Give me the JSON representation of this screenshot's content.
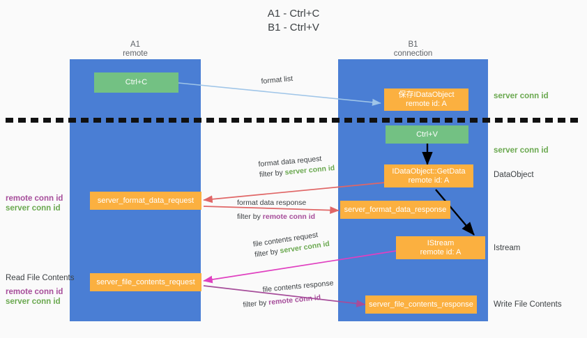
{
  "title": {
    "line1": "A1 - Ctrl+C",
    "line2": "B1 - Ctrl+V"
  },
  "columns": [
    {
      "name": "A1",
      "role": "remote"
    },
    {
      "name": "B1",
      "role": "connection"
    }
  ],
  "nodes": {
    "ctrl_c": {
      "label": "Ctrl+C"
    },
    "save_idataobject": {
      "line1": "保存IDataObject",
      "line2": "remote id: A"
    },
    "ctrl_v": {
      "label": "Ctrl+V"
    },
    "getdata": {
      "line1": "IDataObject::GetData",
      "line2": "remote id: A"
    },
    "istream": {
      "line1": "IStream",
      "line2": "remote id: A"
    },
    "server_format_data_request": {
      "label": "server_format_data_request"
    },
    "server_format_data_response": {
      "label": "server_format_data_response"
    },
    "server_file_contents_request": {
      "label": "server_file_contents_request"
    },
    "server_file_contents_response": {
      "label": "server_file_contents_response"
    }
  },
  "edges": {
    "format_list": {
      "label": "format list"
    },
    "format_data_request": {
      "label": "format data request",
      "filter_prefix": "filter by ",
      "filter_value": "server conn id"
    },
    "format_data_response": {
      "label": "format data response",
      "filter_prefix": "filter by ",
      "filter_value": "remote conn id"
    },
    "file_contents_request": {
      "label": "file contents request",
      "filter_prefix": "filter by ",
      "filter_value": "server conn id"
    },
    "file_contents_response": {
      "label": "file contents response",
      "filter_prefix": "filter by ",
      "filter_value": "remote conn id"
    }
  },
  "right_labels": {
    "server_conn_id_top": "server conn id",
    "server_conn_id_mid": "server conn id",
    "dataobject": "DataObject",
    "istream": "Istream",
    "write_file_contents": "Write File Contents"
  },
  "left_labels": {
    "remote_conn_id_upper": "remote conn id",
    "server_conn_id_upper": "server conn id",
    "read_file_contents": "Read File Contents",
    "remote_conn_id_lower": "remote conn id",
    "server_conn_id_lower": "server conn id"
  },
  "colors": {
    "lane": "#4a7ed4",
    "green_node": "#73c183",
    "orange_node": "#fbb040",
    "green_text": "#6aa84f",
    "purple_text": "#a64d9a",
    "arrow_blue": "#9fc5e8",
    "arrow_red": "#e06666",
    "arrow_black": "#000000",
    "arrow_magenta": "#e040c0",
    "arrow_purple": "#a64d9a",
    "background": "#fafafa"
  }
}
